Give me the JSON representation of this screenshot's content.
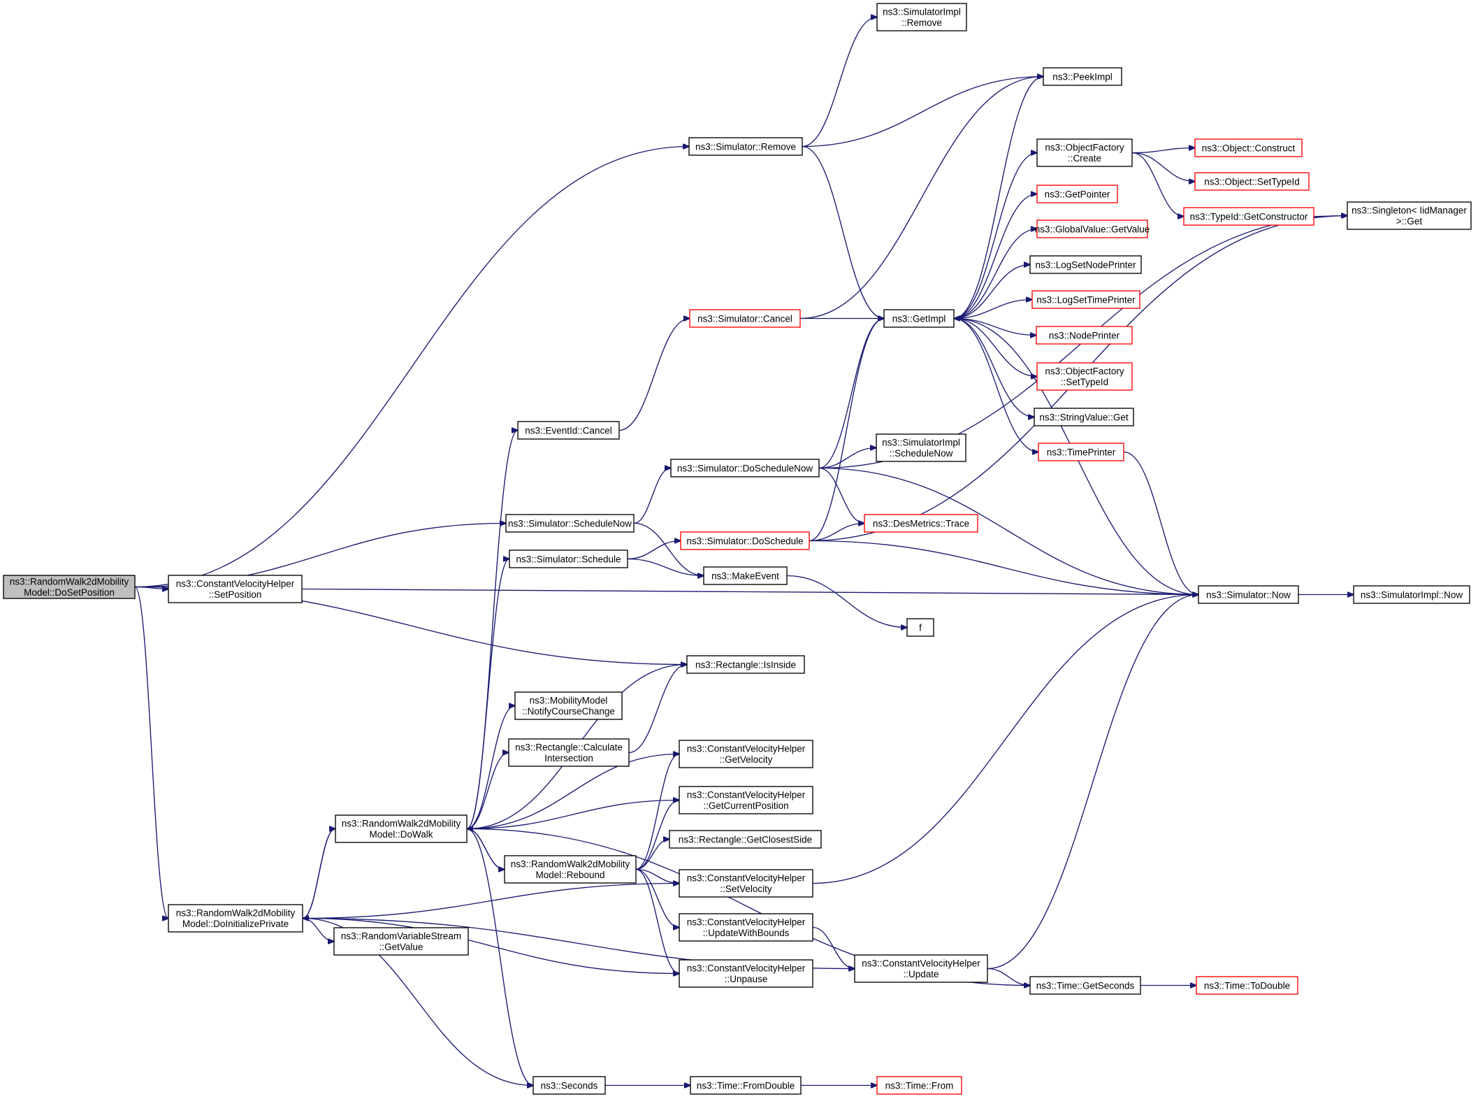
{
  "graph": {
    "nodes": [
      {
        "id": "n1",
        "style": "root",
        "lines": [
          "ns3::RandomWalk2dMobility",
          "Model::DoSetPosition"
        ]
      },
      {
        "id": "n2",
        "style": "normal",
        "lines": [
          "ns3::SimulatorImpl",
          "::Remove"
        ]
      },
      {
        "id": "n3",
        "style": "normal",
        "lines": [
          "ns3::PeekImpl"
        ]
      },
      {
        "id": "n4",
        "style": "normal",
        "lines": [
          "ns3::Simulator::Remove"
        ]
      },
      {
        "id": "n5",
        "style": "normal",
        "lines": [
          "ns3::ObjectFactory",
          "::Create"
        ]
      },
      {
        "id": "n6",
        "style": "red",
        "lines": [
          "ns3::Object::Construct"
        ]
      },
      {
        "id": "n7",
        "style": "red",
        "lines": [
          "ns3::Object::SetTypeId"
        ]
      },
      {
        "id": "n8",
        "style": "red",
        "lines": [
          "ns3::GetPointer"
        ]
      },
      {
        "id": "n9",
        "style": "red",
        "lines": [
          "ns3::TypeId::GetConstructor"
        ]
      },
      {
        "id": "n10",
        "style": "normal",
        "lines": [
          "ns3::Singleton< IidManager",
          ">::Get"
        ]
      },
      {
        "id": "n11",
        "style": "red",
        "lines": [
          "ns3::GlobalValue::GetValue"
        ]
      },
      {
        "id": "n12",
        "style": "normal",
        "lines": [
          "ns3::LogSetNodePrinter"
        ]
      },
      {
        "id": "n13",
        "style": "red",
        "lines": [
          "ns3::LogSetTimePrinter"
        ]
      },
      {
        "id": "n14",
        "style": "red",
        "lines": [
          "ns3::Simulator::Cancel"
        ]
      },
      {
        "id": "n15",
        "style": "normal",
        "lines": [
          "ns3::GetImpl"
        ]
      },
      {
        "id": "n16",
        "style": "red",
        "lines": [
          "ns3::NodePrinter"
        ]
      },
      {
        "id": "n17",
        "style": "red",
        "lines": [
          "ns3::ObjectFactory",
          "::SetTypeId"
        ]
      },
      {
        "id": "n18",
        "style": "normal",
        "lines": [
          "ns3::StringValue::Get"
        ]
      },
      {
        "id": "n19",
        "style": "normal",
        "lines": [
          "ns3::EventId::Cancel"
        ]
      },
      {
        "id": "n20",
        "style": "red",
        "lines": [
          "ns3::TimePrinter"
        ]
      },
      {
        "id": "n21",
        "style": "normal",
        "lines": [
          "ns3::Simulator::DoScheduleNow"
        ]
      },
      {
        "id": "n22",
        "style": "normal",
        "lines": [
          "ns3::SimulatorImpl",
          "::ScheduleNow"
        ]
      },
      {
        "id": "n23",
        "style": "normal",
        "lines": [
          "ns3::Simulator::ScheduleNow"
        ]
      },
      {
        "id": "n24",
        "style": "red",
        "lines": [
          "ns3::DesMetrics::Trace"
        ]
      },
      {
        "id": "n25",
        "style": "red",
        "lines": [
          "ns3::Simulator::DoSchedule"
        ]
      },
      {
        "id": "n26",
        "style": "normal",
        "lines": [
          "ns3::Simulator::Schedule"
        ]
      },
      {
        "id": "n27",
        "style": "normal",
        "lines": [
          "ns3::MakeEvent"
        ]
      },
      {
        "id": "n28",
        "style": "normal",
        "lines": [
          "ns3::ConstantVelocityHelper",
          "::SetPosition"
        ]
      },
      {
        "id": "n29",
        "style": "normal",
        "lines": [
          "ns3::Simulator::Now"
        ]
      },
      {
        "id": "n30",
        "style": "normal",
        "lines": [
          "ns3::SimulatorImpl::Now"
        ]
      },
      {
        "id": "n31",
        "style": "normal",
        "lines": [
          "f"
        ]
      },
      {
        "id": "n32",
        "style": "normal",
        "lines": [
          "ns3::Rectangle::IsInside"
        ]
      },
      {
        "id": "n33",
        "style": "normal",
        "lines": [
          "ns3::MobilityModel",
          "::NotifyCourseChange"
        ]
      },
      {
        "id": "n34",
        "style": "normal",
        "lines": [
          "ns3::Rectangle::Calculate",
          "Intersection"
        ]
      },
      {
        "id": "n35",
        "style": "normal",
        "lines": [
          "ns3::ConstantVelocityHelper",
          "::GetVelocity"
        ]
      },
      {
        "id": "n36",
        "style": "normal",
        "lines": [
          "ns3::ConstantVelocityHelper",
          "::GetCurrentPosition"
        ]
      },
      {
        "id": "n37",
        "style": "normal",
        "lines": [
          "ns3::RandomWalk2dMobility",
          "Model::DoWalk"
        ]
      },
      {
        "id": "n38",
        "style": "normal",
        "lines": [
          "ns3::Rectangle::GetClosestSide"
        ]
      },
      {
        "id": "n39",
        "style": "normal",
        "lines": [
          "ns3::RandomWalk2dMobility",
          "Model::Rebound"
        ]
      },
      {
        "id": "n40",
        "style": "normal",
        "lines": [
          "ns3::ConstantVelocityHelper",
          "::SetVelocity"
        ]
      },
      {
        "id": "n41",
        "style": "normal",
        "lines": [
          "ns3::RandomWalk2dMobility",
          "Model::DoInitializePrivate"
        ]
      },
      {
        "id": "n42",
        "style": "normal",
        "lines": [
          "ns3::RandomVariableStream",
          "::GetValue"
        ]
      },
      {
        "id": "n43",
        "style": "normal",
        "lines": [
          "ns3::ConstantVelocityHelper",
          "::UpdateWithBounds"
        ]
      },
      {
        "id": "n44",
        "style": "normal",
        "lines": [
          "ns3::ConstantVelocityHelper",
          "::Update"
        ]
      },
      {
        "id": "n45",
        "style": "normal",
        "lines": [
          "ns3::ConstantVelocityHelper",
          "::Unpause"
        ]
      },
      {
        "id": "n46",
        "style": "normal",
        "lines": [
          "ns3::Time::GetSeconds"
        ]
      },
      {
        "id": "n47",
        "style": "red",
        "lines": [
          "ns3::Time::ToDouble"
        ]
      },
      {
        "id": "n48",
        "style": "normal",
        "lines": [
          "ns3::Seconds"
        ]
      },
      {
        "id": "n49",
        "style": "normal",
        "lines": [
          "ns3::Time::FromDouble"
        ]
      },
      {
        "id": "n50",
        "style": "red",
        "lines": [
          "ns3::Time::From"
        ]
      }
    ],
    "edges": [
      [
        "n1",
        "n4"
      ],
      [
        "n1",
        "n23"
      ],
      [
        "n1",
        "n28"
      ],
      [
        "n1",
        "n32"
      ],
      [
        "n1",
        "n41"
      ],
      [
        "n4",
        "n2"
      ],
      [
        "n4",
        "n3"
      ],
      [
        "n4",
        "n15"
      ],
      [
        "n14",
        "n3"
      ],
      [
        "n14",
        "n15"
      ],
      [
        "n15",
        "n3"
      ],
      [
        "n15",
        "n5"
      ],
      [
        "n15",
        "n8"
      ],
      [
        "n15",
        "n11"
      ],
      [
        "n15",
        "n12"
      ],
      [
        "n15",
        "n13"
      ],
      [
        "n15",
        "n16"
      ],
      [
        "n15",
        "n17"
      ],
      [
        "n15",
        "n18"
      ],
      [
        "n15",
        "n20"
      ],
      [
        "n5",
        "n6"
      ],
      [
        "n5",
        "n7"
      ],
      [
        "n5",
        "n9"
      ],
      [
        "n9",
        "n10"
      ],
      [
        "n19",
        "n14"
      ],
      [
        "n21",
        "n10"
      ],
      [
        "n21",
        "n15"
      ],
      [
        "n21",
        "n22"
      ],
      [
        "n21",
        "n24"
      ],
      [
        "n21",
        "n29"
      ],
      [
        "n23",
        "n21"
      ],
      [
        "n23",
        "n27"
      ],
      [
        "n25",
        "n15"
      ],
      [
        "n25",
        "n24"
      ],
      [
        "n25",
        "n10"
      ],
      [
        "n25",
        "n29"
      ],
      [
        "n26",
        "n25"
      ],
      [
        "n26",
        "n27"
      ],
      [
        "n27",
        "n31"
      ],
      [
        "n28",
        "n29"
      ],
      [
        "n29",
        "n30"
      ],
      [
        "n29",
        "n15"
      ],
      [
        "n20",
        "n29"
      ],
      [
        "n34",
        "n32"
      ],
      [
        "n37",
        "n19"
      ],
      [
        "n37",
        "n26"
      ],
      [
        "n37",
        "n32"
      ],
      [
        "n37",
        "n33"
      ],
      [
        "n37",
        "n34"
      ],
      [
        "n37",
        "n35"
      ],
      [
        "n37",
        "n36"
      ],
      [
        "n37",
        "n39"
      ],
      [
        "n37",
        "n41"
      ],
      [
        "n37",
        "n46"
      ],
      [
        "n37",
        "n48"
      ],
      [
        "n39",
        "n37"
      ],
      [
        "n39",
        "n35"
      ],
      [
        "n39",
        "n36"
      ],
      [
        "n39",
        "n38"
      ],
      [
        "n39",
        "n40"
      ],
      [
        "n39",
        "n43"
      ],
      [
        "n39",
        "n45"
      ],
      [
        "n40",
        "n29"
      ],
      [
        "n41",
        "n37"
      ],
      [
        "n41",
        "n40"
      ],
      [
        "n41",
        "n42"
      ],
      [
        "n41",
        "n44"
      ],
      [
        "n41",
        "n45"
      ],
      [
        "n41",
        "n48"
      ],
      [
        "n43",
        "n44"
      ],
      [
        "n44",
        "n29"
      ],
      [
        "n44",
        "n46"
      ],
      [
        "n46",
        "n47"
      ],
      [
        "n48",
        "n49"
      ],
      [
        "n49",
        "n50"
      ]
    ]
  }
}
